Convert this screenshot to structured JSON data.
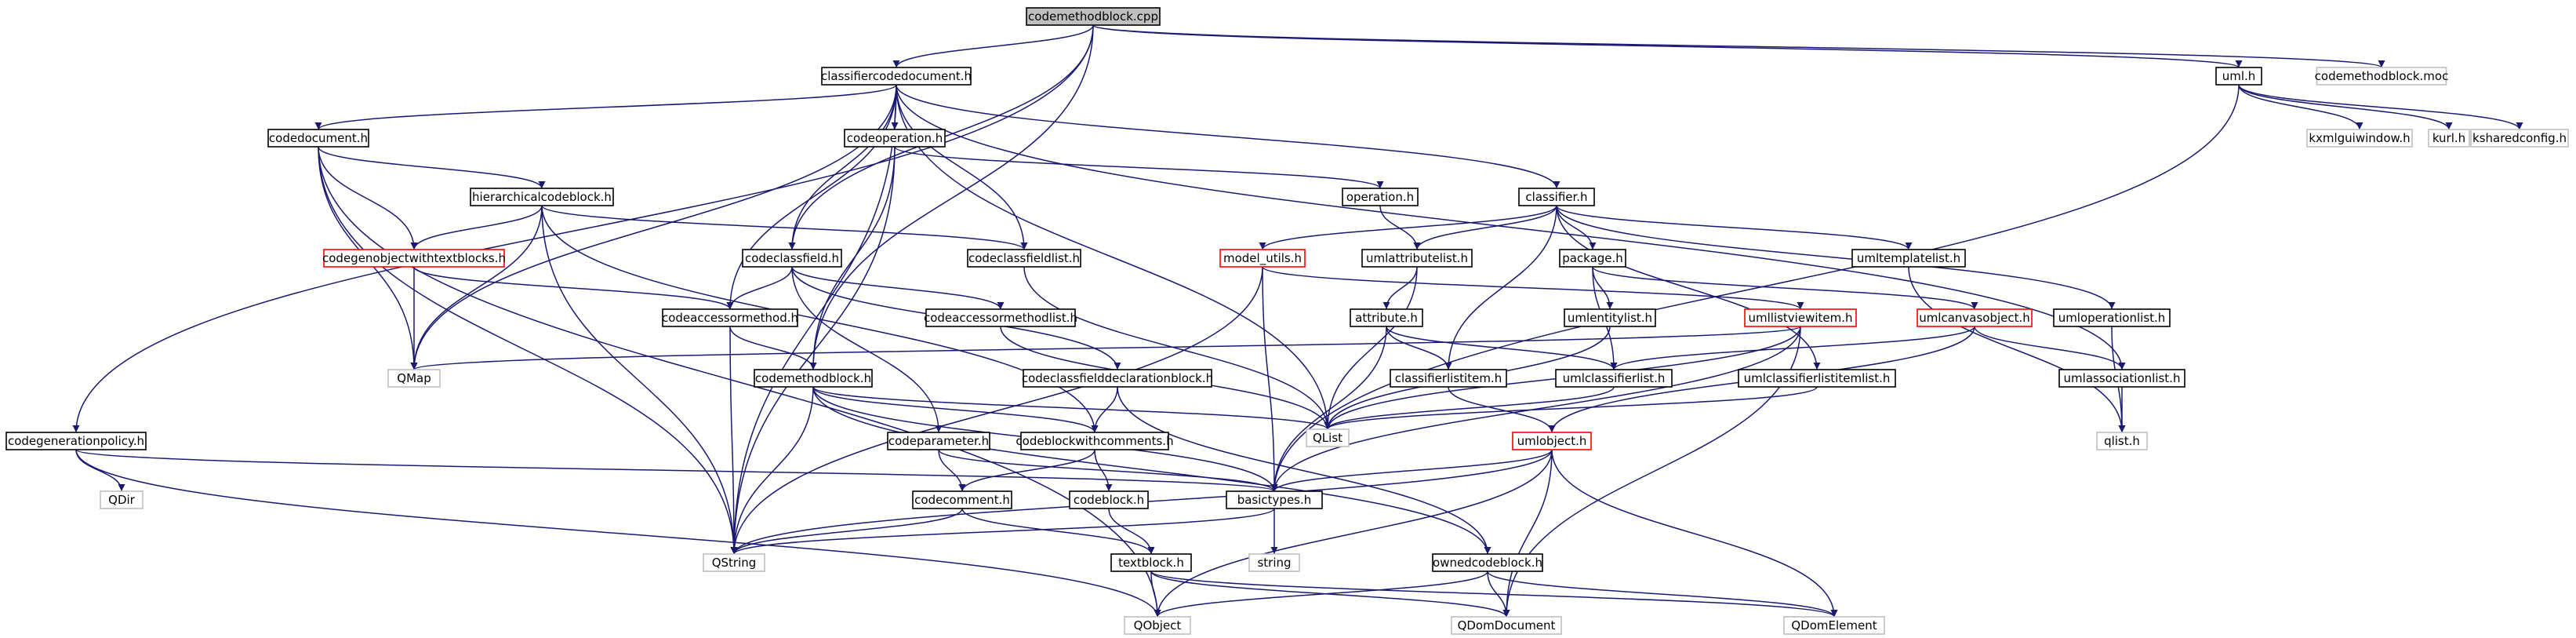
{
  "colors": {
    "edge": "#191970",
    "root_fill": "#bfbfbf",
    "box_stroke": "#000000",
    "red_stroke": "#ff0000",
    "gray_stroke": "#bfbfbf"
  },
  "nodes": [
    {
      "id": "codemethodblock_cpp",
      "label": "codemethodblock.cpp",
      "style": "root"
    },
    {
      "id": "classifiercodedocument_h",
      "label": "classifiercodedocument.h",
      "style": "normal"
    },
    {
      "id": "uml_h",
      "label": "uml.h",
      "style": "normal"
    },
    {
      "id": "codemethodblock_moc",
      "label": "codemethodblock.moc",
      "style": "gray"
    },
    {
      "id": "codedocument_h",
      "label": "codedocument.h",
      "style": "normal"
    },
    {
      "id": "codeoperation_h",
      "label": "codeoperation.h",
      "style": "normal"
    },
    {
      "id": "kxmlguiwindow_h",
      "label": "kxmlguiwindow.h",
      "style": "gray"
    },
    {
      "id": "kurl_h",
      "label": "kurl.h",
      "style": "gray"
    },
    {
      "id": "ksharedconfig_h",
      "label": "ksharedconfig.h",
      "style": "gray"
    },
    {
      "id": "hierarchicalcodeblock_h",
      "label": "hierarchicalcodeblock.h",
      "style": "normal"
    },
    {
      "id": "operation_h",
      "label": "operation.h",
      "style": "normal"
    },
    {
      "id": "classifier_h",
      "label": "classifier.h",
      "style": "normal"
    },
    {
      "id": "codegenobjectwithtextblocks_h",
      "label": "codegenobjectwithtextblocks.h",
      "style": "red"
    },
    {
      "id": "codeclassfield_h",
      "label": "codeclassfield.h",
      "style": "normal"
    },
    {
      "id": "codeclassfieldlist_h",
      "label": "codeclassfieldlist.h",
      "style": "normal"
    },
    {
      "id": "model_utils_h",
      "label": "model_utils.h",
      "style": "red"
    },
    {
      "id": "umlattributelist_h",
      "label": "umlattributelist.h",
      "style": "normal"
    },
    {
      "id": "package_h",
      "label": "package.h",
      "style": "normal"
    },
    {
      "id": "umltemplatelist_h",
      "label": "umltemplatelist.h",
      "style": "normal"
    },
    {
      "id": "codeaccessormethod_h",
      "label": "codeaccessormethod.h",
      "style": "normal"
    },
    {
      "id": "codeaccessormethodlist_h",
      "label": "codeaccessormethodlist.h",
      "style": "normal"
    },
    {
      "id": "attribute_h",
      "label": "attribute.h",
      "style": "normal"
    },
    {
      "id": "umlentitylist_h",
      "label": "umlentitylist.h",
      "style": "normal"
    },
    {
      "id": "umllistviewitem_h",
      "label": "umllistviewitem.h",
      "style": "red"
    },
    {
      "id": "umlcanvasobject_h",
      "label": "umlcanvasobject.h",
      "style": "red"
    },
    {
      "id": "umloperationlist_h",
      "label": "umloperationlist.h",
      "style": "normal"
    },
    {
      "id": "qmap",
      "label": "QMap",
      "style": "gray"
    },
    {
      "id": "codemethodblock_h",
      "label": "codemethodblock.h",
      "style": "normal"
    },
    {
      "id": "codeclassfielddeclarationblock_h",
      "label": "codeclassfielddeclarationblock.h",
      "style": "normal"
    },
    {
      "id": "classifierlistitem_h",
      "label": "classifierlistitem.h",
      "style": "normal"
    },
    {
      "id": "umlclassifierlist_h",
      "label": "umlclassifierlist.h",
      "style": "normal"
    },
    {
      "id": "umlclassifierlistitemlist_h",
      "label": "umlclassifierlistitemlist.h",
      "style": "normal"
    },
    {
      "id": "umlassociationlist_h",
      "label": "umlassociationlist.h",
      "style": "normal"
    },
    {
      "id": "codegenerationpolicy_h",
      "label": "codegenerationpolicy.h",
      "style": "normal"
    },
    {
      "id": "codeparameter_h",
      "label": "codeparameter.h",
      "style": "normal"
    },
    {
      "id": "codeblockwithcomments_h",
      "label": "codeblockwithcomments.h",
      "style": "normal"
    },
    {
      "id": "qlist",
      "label": "QList",
      "style": "gray"
    },
    {
      "id": "umlobject_h",
      "label": "umlobject.h",
      "style": "red"
    },
    {
      "id": "qlist_h",
      "label": "qlist.h",
      "style": "gray"
    },
    {
      "id": "qdir",
      "label": "QDir",
      "style": "gray"
    },
    {
      "id": "codecomment_h",
      "label": "codecomment.h",
      "style": "normal"
    },
    {
      "id": "codeblock_h",
      "label": "codeblock.h",
      "style": "normal"
    },
    {
      "id": "basictypes_h",
      "label": "basictypes.h",
      "style": "normal"
    },
    {
      "id": "qstring",
      "label": "QString",
      "style": "gray"
    },
    {
      "id": "string",
      "label": "string",
      "style": "gray"
    },
    {
      "id": "ownedcodeblock_h",
      "label": "ownedcodeblock.h",
      "style": "normal"
    },
    {
      "id": "textblock_h",
      "label": "textblock.h",
      "style": "normal"
    },
    {
      "id": "qobject",
      "label": "QObject",
      "style": "gray"
    },
    {
      "id": "qdomdocument",
      "label": "QDomDocument",
      "style": "gray"
    },
    {
      "id": "qdomelement",
      "label": "QDomElement",
      "style": "gray"
    }
  ],
  "edges": [
    [
      "codemethodblock_cpp",
      "classifiercodedocument_h"
    ],
    [
      "codemethodblock_cpp",
      "uml_h"
    ],
    [
      "codemethodblock_cpp",
      "codemethodblock_moc"
    ],
    [
      "codemethodblock_cpp",
      "codegenerationpolicy_h"
    ],
    [
      "codemethodblock_cpp",
      "codeclassfield_h"
    ],
    [
      "codemethodblock_cpp",
      "codemethodblock_h"
    ],
    [
      "classifiercodedocument_h",
      "codedocument_h"
    ],
    [
      "classifiercodedocument_h",
      "codeoperation_h"
    ],
    [
      "classifiercodedocument_h",
      "classifier_h"
    ],
    [
      "classifiercodedocument_h",
      "codeclassfield_h"
    ],
    [
      "classifiercodedocument_h",
      "codeclassfieldlist_h"
    ],
    [
      "classifiercodedocument_h",
      "codeaccessormethod_h"
    ],
    [
      "classifiercodedocument_h",
      "qmap"
    ],
    [
      "classifiercodedocument_h",
      "qlist"
    ],
    [
      "classifiercodedocument_h",
      "qstring"
    ],
    [
      "classifiercodedocument_h",
      "umlassociationlist_h"
    ],
    [
      "uml_h",
      "kxmlguiwindow_h"
    ],
    [
      "uml_h",
      "kurl_h"
    ],
    [
      "uml_h",
      "ksharedconfig_h"
    ],
    [
      "uml_h",
      "basictypes_h"
    ],
    [
      "codedocument_h",
      "hierarchicalcodeblock_h"
    ],
    [
      "codedocument_h",
      "codegenobjectwithtextblocks_h"
    ],
    [
      "codedocument_h",
      "qmap"
    ],
    [
      "codedocument_h",
      "qstring"
    ],
    [
      "codedocument_h",
      "qobject"
    ],
    [
      "codeoperation_h",
      "operation_h"
    ],
    [
      "codeoperation_h",
      "codemethodblock_h"
    ],
    [
      "codeoperation_h",
      "qstring"
    ],
    [
      "hierarchicalcodeblock_h",
      "codegenobjectwithtextblocks_h"
    ],
    [
      "hierarchicalcodeblock_h",
      "codeblockwithcomments_h"
    ],
    [
      "hierarchicalcodeblock_h",
      "codeclassfieldlist_h"
    ],
    [
      "hierarchicalcodeblock_h",
      "qmap"
    ],
    [
      "hierarchicalcodeblock_h",
      "qstring"
    ],
    [
      "codegenobjectwithtextblocks_h",
      "qmap"
    ],
    [
      "codegenobjectwithtextblocks_h",
      "codeaccessormethod_h"
    ],
    [
      "operation_h",
      "umlattributelist_h"
    ],
    [
      "classifier_h",
      "model_utils_h"
    ],
    [
      "classifier_h",
      "umlattributelist_h"
    ],
    [
      "classifier_h",
      "package_h"
    ],
    [
      "classifier_h",
      "umltemplatelist_h"
    ],
    [
      "classifier_h",
      "umloperationlist_h"
    ],
    [
      "classifier_h",
      "umlclassifierlistitemlist_h"
    ],
    [
      "classifier_h",
      "classifierlistitem_h"
    ],
    [
      "codeclassfield_h",
      "codeaccessormethod_h"
    ],
    [
      "codeclassfield_h",
      "codeaccessormethodlist_h"
    ],
    [
      "codeclassfield_h",
      "codeclassfielddeclarationblock_h"
    ],
    [
      "codeclassfield_h",
      "codeparameter_h"
    ],
    [
      "codeclassfieldlist_h",
      "qlist"
    ],
    [
      "model_utils_h",
      "umllistviewitem_h"
    ],
    [
      "model_utils_h",
      "basictypes_h"
    ],
    [
      "model_utils_h",
      "qstring"
    ],
    [
      "umlattributelist_h",
      "attribute_h"
    ],
    [
      "umlattributelist_h",
      "qlist"
    ],
    [
      "package_h",
      "umlcanvasobject_h"
    ],
    [
      "package_h",
      "umlentitylist_h"
    ],
    [
      "package_h",
      "umlclassifierlist_h"
    ],
    [
      "umltemplatelist_h",
      "qlist_h"
    ],
    [
      "codeaccessormethod_h",
      "codemethodblock_h"
    ],
    [
      "codeaccessormethod_h",
      "qstring"
    ],
    [
      "codeaccessormethodlist_h",
      "qlist"
    ],
    [
      "attribute_h",
      "classifierlistitem_h"
    ],
    [
      "attribute_h",
      "umlclassifierlist_h"
    ],
    [
      "attribute_h",
      "basictypes_h"
    ],
    [
      "umlentitylist_h",
      "qlist"
    ],
    [
      "umllistviewitem_h",
      "qmap"
    ],
    [
      "umllistviewitem_h",
      "basictypes_h"
    ],
    [
      "umllistviewitem_h",
      "qdomdocument"
    ],
    [
      "umllistviewitem_h",
      "qlist"
    ],
    [
      "umlcanvasobject_h",
      "umlassociationlist_h"
    ],
    [
      "umlcanvasobject_h",
      "umlclassifierlist_h"
    ],
    [
      "umlcanvasobject_h",
      "umlobject_h"
    ],
    [
      "umloperationlist_h",
      "qlist_h"
    ],
    [
      "codemethodblock_h",
      "codeblockwithcomments_h"
    ],
    [
      "codemethodblock_h",
      "ownedcodeblock_h"
    ],
    [
      "codemethodblock_h",
      "basictypes_h"
    ],
    [
      "codemethodblock_h",
      "qlist"
    ],
    [
      "codemethodblock_h",
      "qstring"
    ],
    [
      "codeclassfielddeclarationblock_h",
      "codeblockwithcomments_h"
    ],
    [
      "codeclassfielddeclarationblock_h",
      "ownedcodeblock_h"
    ],
    [
      "classifierlistitem_h",
      "umlobject_h"
    ],
    [
      "umlclassifierlist_h",
      "qlist"
    ],
    [
      "umlclassifierlistitemlist_h",
      "qlist"
    ],
    [
      "umlassociationlist_h",
      "qlist_h"
    ],
    [
      "codegenerationpolicy_h",
      "qdir"
    ],
    [
      "codegenerationpolicy_h",
      "basictypes_h"
    ],
    [
      "codegenerationpolicy_h",
      "qobject"
    ],
    [
      "codeparameter_h",
      "codecomment_h"
    ],
    [
      "codeparameter_h",
      "basictypes_h"
    ],
    [
      "codeblockwithcomments_h",
      "codecomment_h"
    ],
    [
      "codeblockwithcomments_h",
      "codeblock_h"
    ],
    [
      "umlobject_h",
      "basictypes_h"
    ],
    [
      "umlobject_h",
      "qobject"
    ],
    [
      "umlobject_h",
      "qstring"
    ],
    [
      "umlobject_h",
      "qdomdocument"
    ],
    [
      "umlobject_h",
      "qdomelement"
    ],
    [
      "codecomment_h",
      "textblock_h"
    ],
    [
      "codecomment_h",
      "qstring"
    ],
    [
      "codeblock_h",
      "textblock_h"
    ],
    [
      "basictypes_h",
      "string"
    ],
    [
      "basictypes_h",
      "qstring"
    ],
    [
      "ownedcodeblock_h",
      "qobject"
    ],
    [
      "ownedcodeblock_h",
      "qdomdocument"
    ],
    [
      "ownedcodeblock_h",
      "qdomelement"
    ],
    [
      "textblock_h",
      "qobject"
    ],
    [
      "textblock_h",
      "qdomdocument"
    ],
    [
      "textblock_h",
      "qdomelement"
    ]
  ]
}
